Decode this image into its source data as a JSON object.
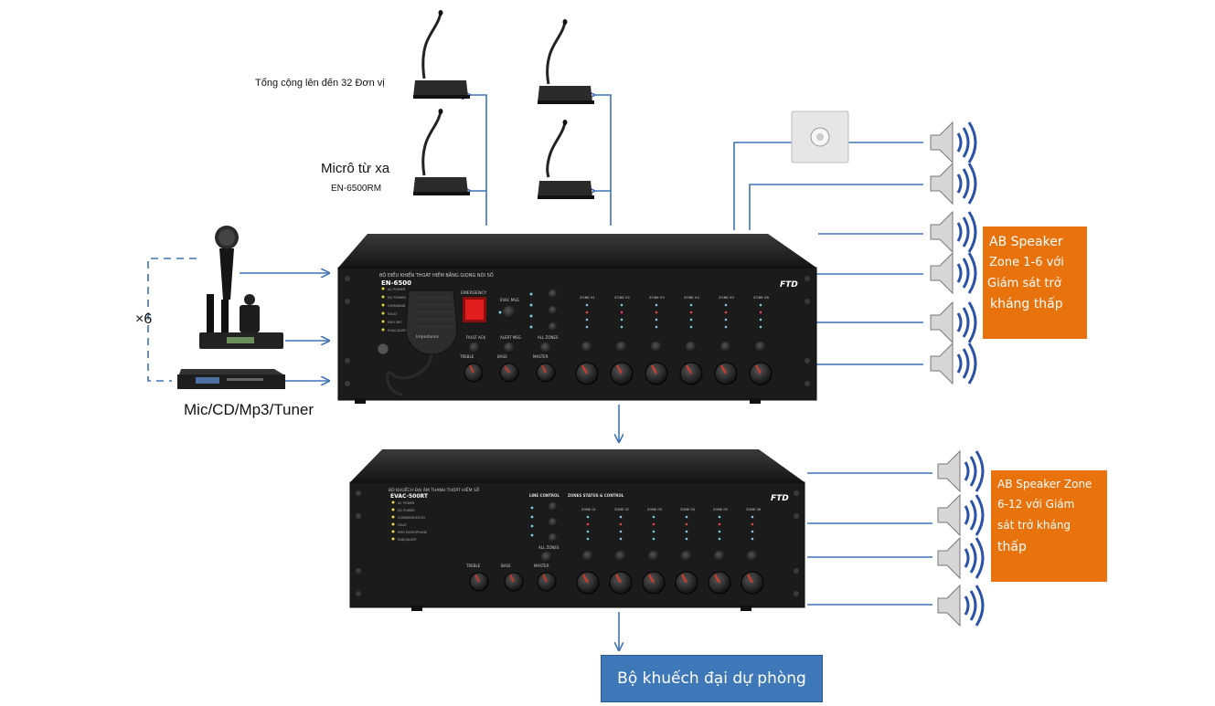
{
  "labels": {
    "total_units": "Tổng cộng lên đến 32 Đơn vị",
    "remote_mic": "Micrô từ xa",
    "remote_mic_model": "EN-6500RM",
    "times_six": "×6",
    "sources": "Mic/CD/Mp3/Tuner"
  },
  "main_unit": {
    "title": "BỘ ĐIỀU KHIỂN THOÁT HIỂM BẰNG GIỌNG NÓI SỐ",
    "model": "EN-6500",
    "brand": "FTD",
    "emergency": "EMERGENCY",
    "evac_msg": "EVAC MSG",
    "alert_msg": "ALERT MSG",
    "fault_ack": "FAULT ACK",
    "all_zones": "ALL ZONES",
    "treble": "TREBLE",
    "bass": "BASS",
    "master": "MASTER",
    "status_leds": [
      "AC POWER",
      "DC POWER",
      "COMMAND",
      "FAULT",
      "EMG MIC",
      "EVAC/ALERT"
    ],
    "zones": [
      "ZONE 01",
      "ZONE 02",
      "ZONE 03",
      "ZONE 04",
      "ZONE 05",
      "ZONE 06"
    ]
  },
  "extension_unit": {
    "title": "BỘ KHUẾCH ĐẠI ÂM THANH THOÁT HIỂM SỐ",
    "model": "EVAC-500RT",
    "brand": "FTD",
    "line_control": "LINE CONTROL",
    "zones_status": "ZONES STATUS & CONTROL",
    "all_zones": "ALL ZONES",
    "treble": "TREBLE",
    "bass": "BASS",
    "master": "MASTER",
    "status_leds": [
      "AC POWER",
      "DC POWER",
      "COMMUNICATION",
      "FAULT",
      "EMG MICROPHONE",
      "EVAC/ALERT"
    ],
    "zones": [
      "ZONE 01",
      "ZONE 02",
      "ZONE 03",
      "ZONE 04",
      "ZONE 05",
      "ZONE 06"
    ]
  },
  "box_top": {
    "line1": "AB Speaker",
    "line2": "Zone 1-6 với",
    "line3": "Giám sát trở",
    "line4": "kháng thấp"
  },
  "box_bottom": {
    "line1": "AB Speaker Zone",
    "line2": "6-12 với Giám",
    "line3": "sát trở kháng",
    "line4": "thấp"
  },
  "backup_amp": "Bộ khuếch đại dự phòng",
  "colors": {
    "line": "#3f73b5",
    "orange": "#e8720c",
    "unit_body": "#1b1b1b",
    "knob_red": "#c0392b",
    "speaker_wave": "#2a52a8"
  },
  "icons": [
    "gooseneck-mic-icon",
    "speaker-icon",
    "handheld-mic-icon",
    "wireless-receiver-icon",
    "cd-player-icon",
    "volume-control-icon"
  ]
}
